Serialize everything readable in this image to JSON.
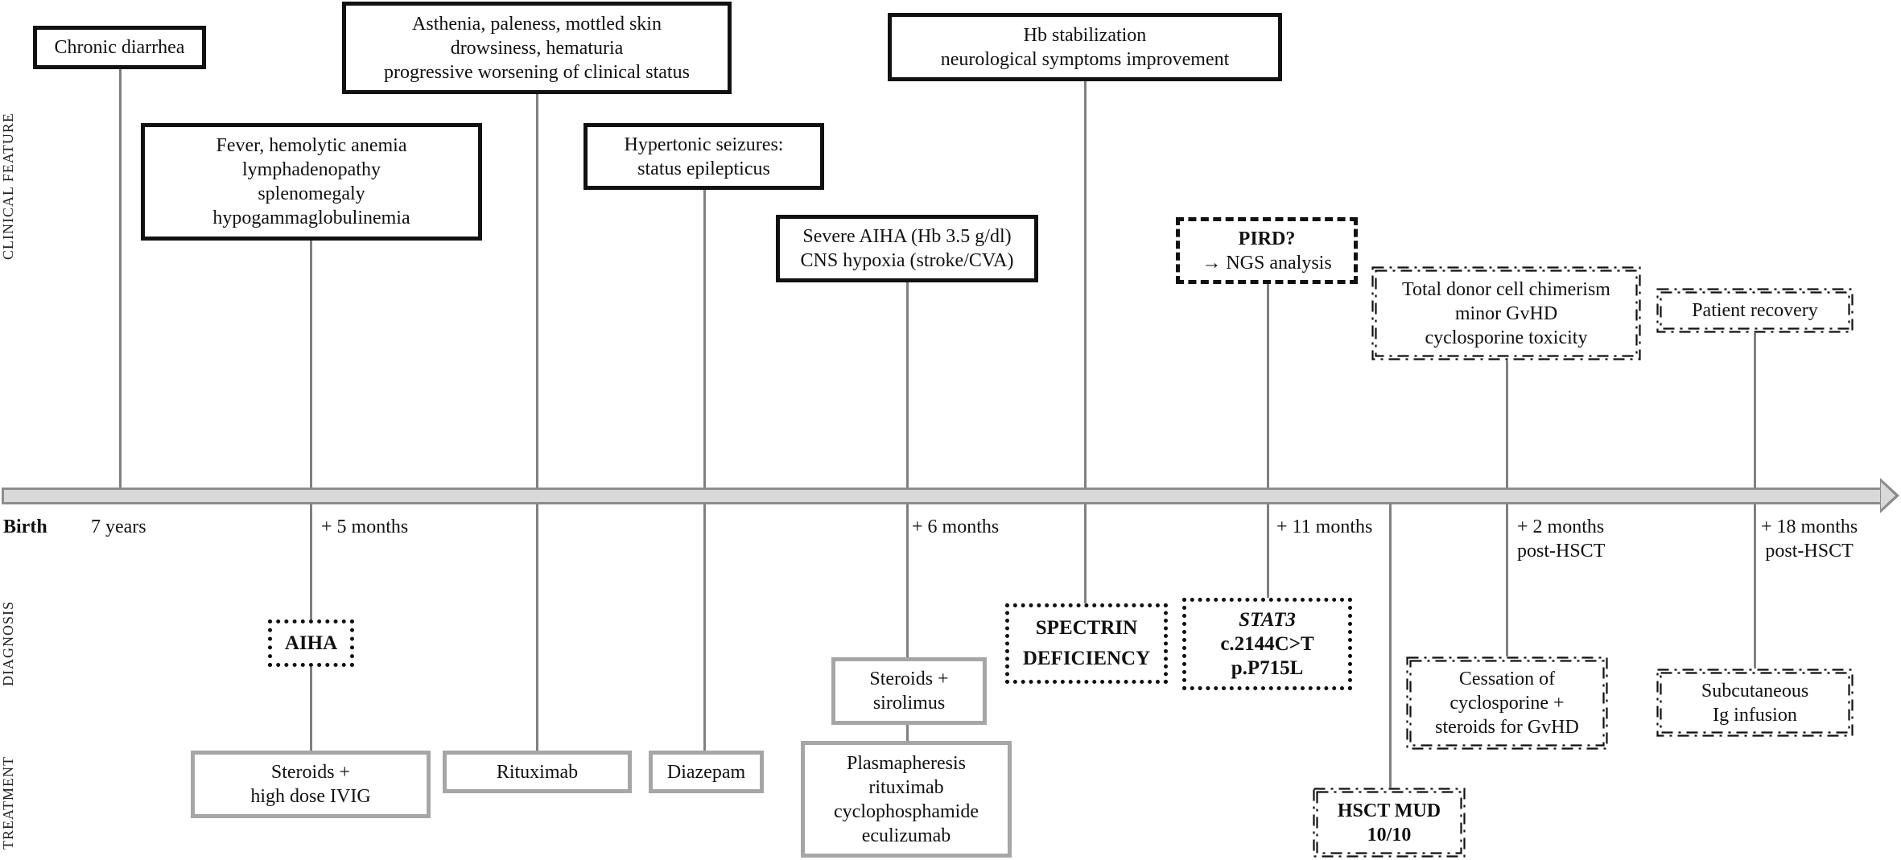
{
  "side_labels": {
    "clinical": "CLINICAL FEATURE",
    "diagnosis": "DIAGNOSIS",
    "treatment": "TREATMENT"
  },
  "timeline": {
    "birth": "Birth",
    "t1": "7 years",
    "t2": "+ 5 months",
    "t3": "+ 6 months",
    "t4": "+ 11 months",
    "t5": [
      "+ 2 months",
      "post-HSCT"
    ],
    "t6": [
      "+ 18 months",
      "post-HSCT"
    ]
  },
  "clinical": {
    "chronic_diarrhea": [
      "Chronic diarrhea"
    ],
    "fever": [
      "Fever, hemolytic anemia",
      "lymphadenopathy",
      "splenomegaly",
      "hypogammaglobulinemia"
    ],
    "asthenia": [
      "Asthenia, paleness, mottled skin",
      "drowsiness, hematuria",
      "progressive worsening of clinical status"
    ],
    "seizures": [
      "Hypertonic seizures:",
      "status epilepticus"
    ],
    "severe_aiha": [
      "Severe AIHA (Hb 3.5 g/dl)",
      "CNS hypoxia (stroke/CVA)"
    ],
    "hb_stabilization": [
      "Hb stabilization",
      "neurological symptoms improvement"
    ],
    "pird": [
      "PIRD?",
      "→ NGS analysis"
    ],
    "chimerism": [
      "Total donor cell chimerism",
      "minor GvHD",
      "cyclosporine toxicity"
    ],
    "recovery": [
      "Patient recovery"
    ]
  },
  "diagnosis": {
    "aiha": [
      "AIHA"
    ],
    "spectrin": [
      "SPECTRIN",
      "DEFICIENCY"
    ],
    "stat3": [
      "STAT3",
      "c.2144C>T",
      "p.P715L"
    ]
  },
  "treatment": {
    "steroids_ivig": [
      "Steroids +",
      "high dose IVIG"
    ],
    "rituximab": [
      "Rituximab"
    ],
    "diazepam": [
      "Diazepam"
    ],
    "steroids_sirolimus": [
      "Steroids +",
      "sirolimus"
    ],
    "plasmapheresis": [
      "Plasmapheresis",
      "rituximab",
      "cyclophosphamide",
      "eculizumab"
    ],
    "hsct": [
      "HSCT MUD",
      "10/10"
    ],
    "cessation": [
      "Cessation of",
      "cyclosporine +",
      "steroids for GvHD"
    ],
    "subcutaneous": [
      "Subcutaneous",
      "Ig infusion"
    ]
  },
  "colors": {
    "line": "#808080",
    "bar": "#d9d9d9",
    "treatment_border": "#a6a6a6",
    "clinical_border": "#111111"
  }
}
